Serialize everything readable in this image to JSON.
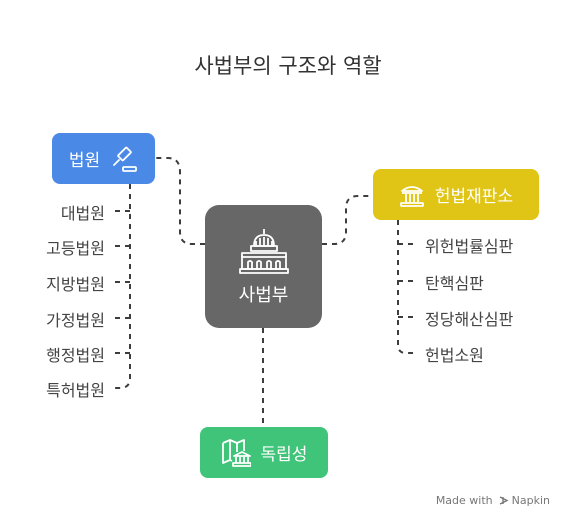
{
  "title": "사법부의 구조와 역할",
  "center": {
    "label": "사법부",
    "icon": "courthouse-icon"
  },
  "court": {
    "label": "법원",
    "icon": "gavel-icon",
    "color": "#4a8ae6",
    "children": [
      "대법원",
      "고등법원",
      "지방법원",
      "가정법원",
      "행정법원",
      "특허법원"
    ]
  },
  "constitutional_court": {
    "label": "헌법재판소",
    "icon": "classical-building-icon",
    "color": "#e0c517",
    "children": [
      "위헌법률심판",
      "탄핵심판",
      "정당해산심판",
      "헌법소원"
    ]
  },
  "independence": {
    "label": "독립성",
    "icon": "map-bank-icon",
    "color": "#40c47a"
  },
  "center_color": "#676767",
  "footer": {
    "made_with": "Made with",
    "brand": "Napkin"
  }
}
